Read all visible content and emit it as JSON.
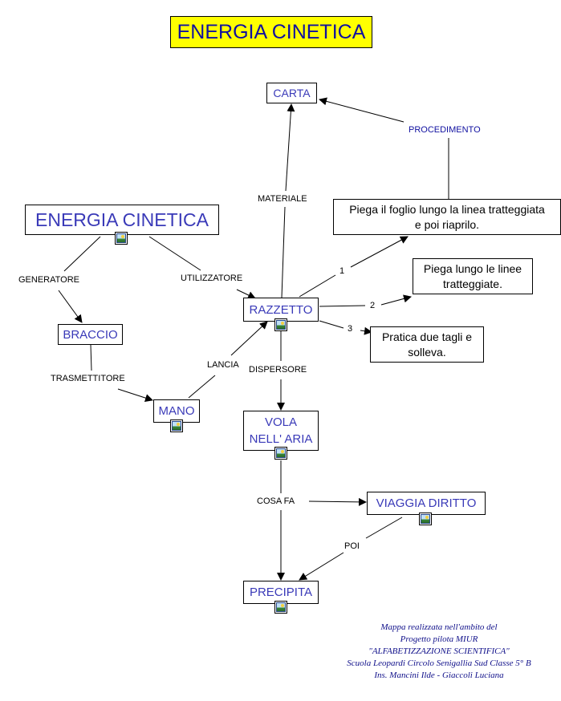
{
  "title": "ENERGIA CINETICA",
  "colors": {
    "title_bg": "#ffff00",
    "title_text": "#1010a0",
    "concept_text": "#3a3ab8",
    "link_text": "#000000",
    "link_text_highlight": "#1010a0",
    "footer_text": "#10108a"
  },
  "concepts": {
    "energia": {
      "label": "ENERGIA  CINETICA",
      "has_image_icon": true
    },
    "carta": {
      "label": "CARTA",
      "has_image_icon": false
    },
    "braccio": {
      "label": "BRACCIO",
      "has_image_icon": false
    },
    "razzetto": {
      "label": "RAZZETTO",
      "has_image_icon": true
    },
    "mano": {
      "label": "MANO",
      "has_image_icon": true
    },
    "vola": {
      "label": "VOLA\nNELL' ARIA",
      "has_image_icon": true
    },
    "viaggia": {
      "label": "VIAGGIA  DIRITTO",
      "has_image_icon": true
    },
    "precipita": {
      "label": "PRECIPITA",
      "has_image_icon": true
    },
    "piega_foglio": {
      "label": "Piega il foglio lungo la linea tratteggiata\ne poi riaprilo.",
      "has_image_icon": false
    },
    "piega_linee": {
      "label": "Piega lungo le linee\ntratteggiate.",
      "has_image_icon": false
    },
    "pratica": {
      "label": "Pratica due tagli e\nsolleva.",
      "has_image_icon": false
    }
  },
  "links": {
    "generatore": "GENERATORE",
    "utilizzatore": "UTILIZZATORE",
    "trasmettitore": "TRASMETTITORE",
    "lancia": "LANCIA",
    "materiale": "MATERIALE",
    "procedimento": "PROCEDIMENTO",
    "step1": "1",
    "step2": "2",
    "step3": "3",
    "dispersore": "DISPERSORE",
    "cosa_fa": "COSA  FA",
    "poi": "POI"
  },
  "connections": [
    {
      "from": "energia",
      "via": "generatore",
      "to": "braccio"
    },
    {
      "from": "energia",
      "via": "utilizzatore",
      "to": "razzetto"
    },
    {
      "from": "braccio",
      "via": "trasmettitore",
      "to": "mano"
    },
    {
      "from": "mano",
      "via": "lancia",
      "to": "razzetto"
    },
    {
      "from": "razzetto",
      "via": "materiale",
      "to": "carta"
    },
    {
      "from": "piega_foglio",
      "via": "procedimento",
      "to": "carta"
    },
    {
      "from": "razzetto",
      "via": "step1",
      "to": "piega_foglio"
    },
    {
      "from": "razzetto",
      "via": "step2",
      "to": "piega_linee"
    },
    {
      "from": "razzetto",
      "via": "step3",
      "to": "pratica"
    },
    {
      "from": "razzetto",
      "via": "dispersore",
      "to": "vola"
    },
    {
      "from": "vola",
      "via": "cosa_fa",
      "to": "viaggia"
    },
    {
      "from": "vola",
      "via": "cosa_fa",
      "to": "precipita"
    },
    {
      "from": "viaggia",
      "via": "poi",
      "to": "precipita"
    }
  ],
  "footer": [
    "Mappa realizzata nell'ambito del",
    "Progetto pilota MIUR",
    "\"ALFABETIZZAZIONE SCIENTIFICA\"",
    "Scuola Leopardi  Circolo  Senigallia Sud Classe 5° B",
    "Ins.  Mancini Ilde - Giaccoli  Luciana"
  ]
}
